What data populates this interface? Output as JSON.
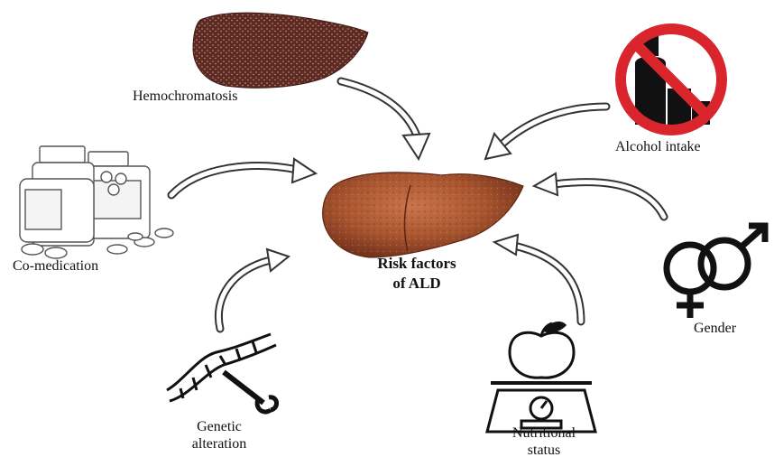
{
  "center": {
    "line1": "Risk factors",
    "line2": "of ALD"
  },
  "factors": {
    "hemochromatosis": "Hemochromatosis",
    "alcohol": "Alcohol intake",
    "comedication": "Co-medication",
    "gender": "Gender",
    "genetic_line1": "Genetic",
    "genetic_line2": "alteration",
    "nutritional_line1": "Nutritional",
    "nutritional_line2": "status"
  },
  "colors": {
    "liver": "#a8552f",
    "liver_dark": "#6e2e1a",
    "iron_liver": "#5b2a22",
    "no_sign": "#d9262c",
    "arrow_fill": "#ffffff",
    "arrow_stroke": "#333333"
  },
  "icons": [
    "liver-icon",
    "iron-liver-icon",
    "no-alcohol-icon",
    "pill-bottles-icon",
    "gender-symbol-icon",
    "dna-wrench-icon",
    "apple-scale-icon"
  ]
}
